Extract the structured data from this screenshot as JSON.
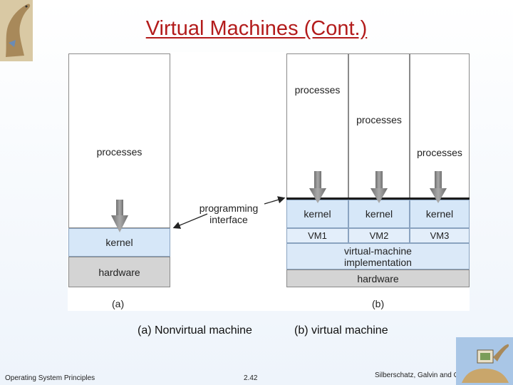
{
  "slide": {
    "title": "Virtual Machines (Cont.)",
    "footer_left": "Operating System Principles",
    "footer_center": "2.42",
    "footer_right": "Silberschatz, Galvin and Gagne ©2005"
  },
  "diagram": {
    "a": {
      "processes": "processes",
      "kernel": "kernel",
      "hardware": "hardware",
      "label": "(a)"
    },
    "b": {
      "processes": [
        "processes",
        "processes",
        "processes"
      ],
      "kernels": [
        "kernel",
        "kernel",
        "kernel"
      ],
      "vms": [
        "VM1",
        "VM2",
        "VM3"
      ],
      "vm_impl_line1": "virtual-machine",
      "vm_impl_line2": "implementation",
      "hardware": "hardware",
      "label": "(b)"
    },
    "programming_interface_line1": "programming",
    "programming_interface_line2": "interface"
  },
  "captions": {
    "a": "(a) Nonvirtual machine",
    "b": "(b) virtual machine"
  },
  "colors": {
    "title": "#b31b1b",
    "kernel_fill": "#d6e7f8",
    "hardware_fill": "#d4d4d4"
  }
}
